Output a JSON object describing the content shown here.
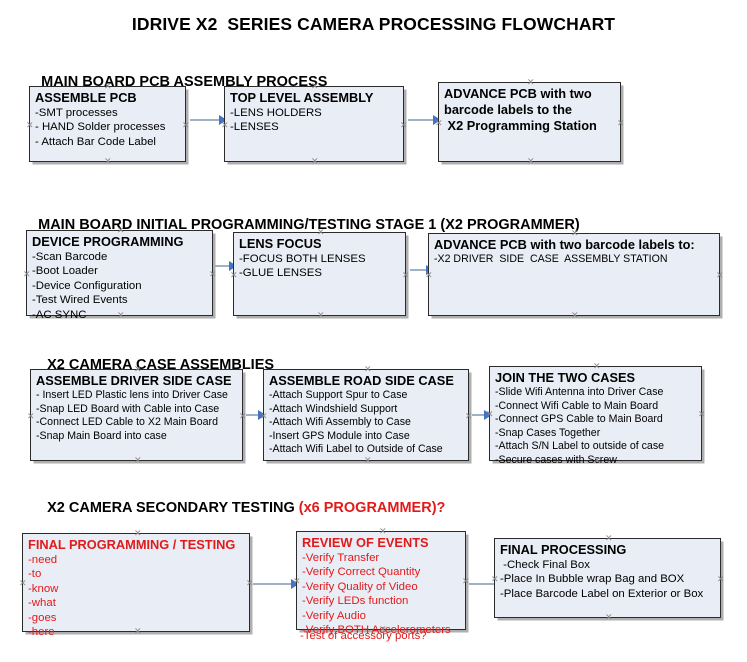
{
  "document": {
    "title": "IDRIVE X2  SERIES CAMERA PROCESSING FLOWCHART"
  },
  "sections": [
    {
      "id": "main-board-pcb-assembly-process",
      "heading": "MAIN BOARD PCB ASSEMBLY PROCESS",
      "heading_accent": "",
      "boxes": [
        {
          "id": "assemble-pcb",
          "title": "ASSEMBLE PCB",
          "lines": [
            "-SMT processes",
            "- HAND Solder processes",
            "- Attach Bar Code Label"
          ]
        },
        {
          "id": "top-level-assembly",
          "title": "TOP LEVEL ASSEMBLY",
          "lines": [
            "-LENS HOLDERS",
            "-LENSES"
          ]
        },
        {
          "id": "advance-pcb-to-x2-programming-station",
          "title": "ADVANCE PCB with two",
          "lines": [
            "barcode labels to the",
            " X2 Programming Station"
          ]
        }
      ]
    },
    {
      "id": "main-board-initial-programming",
      "heading": "MAIN BOARD INITIAL PROGRAMMING/TESTING STAGE 1 (X2 PROGRAMMER)",
      "heading_accent": "",
      "boxes": [
        {
          "id": "device-programming",
          "title": "DEVICE PROGRAMMING",
          "lines": [
            "-Scan Barcode",
            "-Boot Loader",
            "-Device Configuration",
            "-Test Wired Events",
            "-AC SYNC"
          ]
        },
        {
          "id": "lens-focus",
          "title": "LENS FOCUS",
          "lines": [
            "-FOCUS BOTH LENSES",
            "-GLUE LENSES"
          ]
        },
        {
          "id": "advance-pcb-to-driver-side-case-assembly",
          "title": "ADVANCE PCB with two barcode labels to:",
          "lines": [
            "-X2 DRIVER  SIDE  CASE  ASSEMBLY STATION"
          ]
        }
      ]
    },
    {
      "id": "x2-camera-case-assemblies",
      "heading": "X2 CAMERA CASE ASSEMBLIES",
      "heading_accent": "",
      "boxes": [
        {
          "id": "assemble-driver-side-case",
          "title": "ASSEMBLE DRIVER SIDE CASE",
          "lines": [
            "- Insert LED Plastic lens into Driver Case",
            "-Snap LED Board with Cable into Case",
            "-Connect LED Cable to X2 Main Board",
            "-Snap Main Board into case"
          ]
        },
        {
          "id": "assemble-road-side-case",
          "title": "ASSEMBLE ROAD SIDE CASE",
          "lines": [
            "-Attach Support Spur to Case",
            "-Attach Windshield Support",
            "-Attach Wifi Assembly to Case",
            "-Insert GPS Module into Case",
            "-Attach Wifi Label to Outside of Case"
          ]
        },
        {
          "id": "join-the-two-cases",
          "title": "JOIN THE TWO CASES",
          "lines": [
            "-Slide Wifi Antenna into Driver Case",
            "-Connect Wifi Cable to Main Board",
            "-Connect GPS Cable to Main Board",
            "-Snap Cases Together",
            "-Attach S/N Label to outside of case",
            "-Secure cases with Screw"
          ]
        }
      ]
    },
    {
      "id": "x2-camera-secondary-testing",
      "heading": "X2 CAMERA SECONDARY TESTING ",
      "heading_accent": "(x6 PROGRAMMER)?",
      "boxes": [
        {
          "id": "final-programming-testing",
          "title": "FINAL PROGRAMMING / TESTING",
          "lines": [
            "-need",
            "-to",
            "-know",
            "-what",
            "-goes",
            "-here"
          ]
        },
        {
          "id": "review-of-events",
          "title": "REVIEW OF EVENTS",
          "lines": [
            "-Verify Transfer",
            "-Verify Correct Quantity",
            "-Verify Quality of Video",
            "-Verify LEDs function",
            "-Verify Audio",
            "-Verify BOTH Accelerometers"
          ],
          "overflow_line": "-Test of accessory ports?"
        },
        {
          "id": "final-processing",
          "title": "FINAL PROCESSING",
          "lines": [
            " -Check Final Box",
            "-Place In Bubble wrap Bag and BOX",
            "-Place Barcode Label on Exterior or Box"
          ]
        }
      ]
    }
  ],
  "colors": {
    "box_fill": "#e9edf5",
    "box_border": "#2b2b2b",
    "accent_red": "#e01b1b",
    "connector_line": "#9db2c6",
    "arrowhead": "#4472c4",
    "text": "#000000"
  }
}
